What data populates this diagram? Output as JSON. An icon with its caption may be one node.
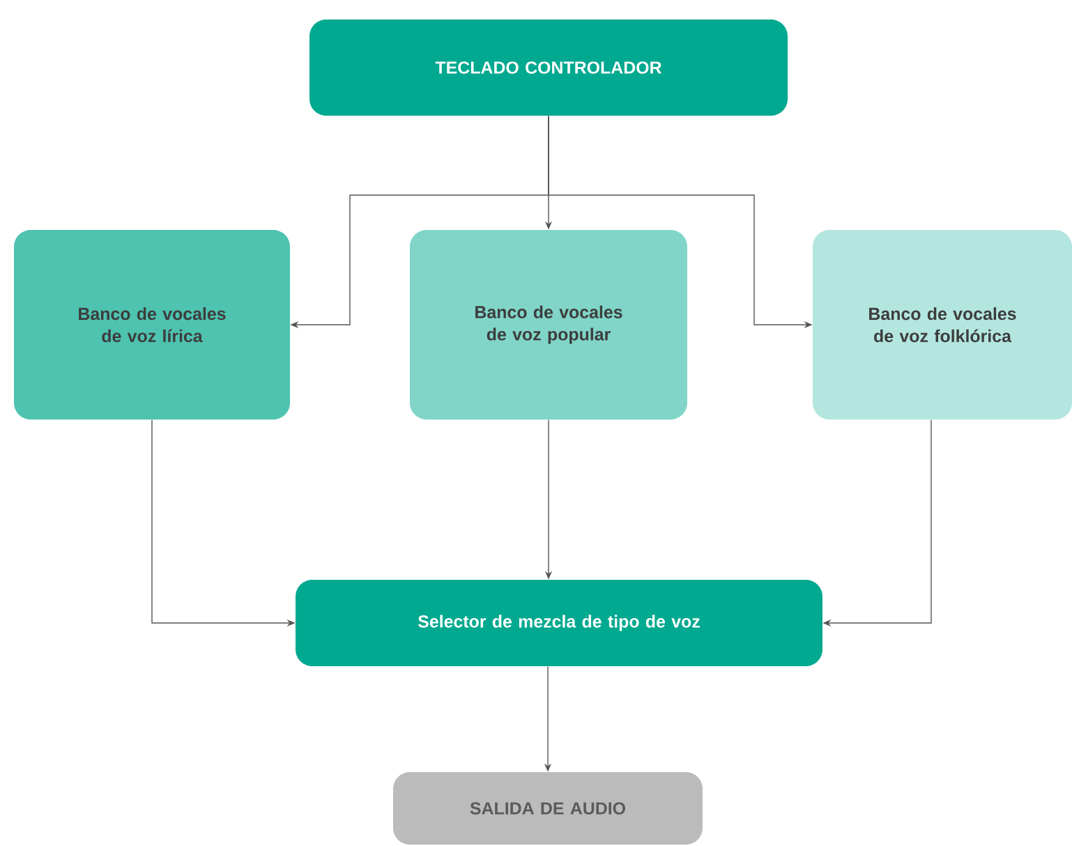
{
  "diagram": {
    "nodes": [
      {
        "text": [
          "TECLADO CONTROLADOR"
        ]
      },
      {
        "text": [
          "Banco de vocales de voz lírica"
        ]
      },
      {
        "text": [
          "Banco de vocales de voz popular"
        ]
      },
      {
        "text": [
          "Banco de vocales de voz folklórica"
        ]
      },
      {
        "text": [
          "Selector de mezcla de tipo de voz"
        ]
      },
      {
        "text": [
          "SALIDA DE AUDIO"
        ]
      }
    ],
    "edges": [
      {
        "from": 0,
        "to": 1,
        "arrow": "to"
      },
      {
        "from": 0,
        "to": 2,
        "arrow": "to"
      },
      {
        "from": 0,
        "to": 3,
        "arrow": "to"
      },
      {
        "from": 1,
        "to": 4,
        "arrow": "to"
      },
      {
        "from": 2,
        "to": 4,
        "arrow": "to"
      },
      {
        "from": 3,
        "to": 4,
        "arrow": "to"
      },
      {
        "from": 4,
        "to": 5,
        "arrow": "to"
      }
    ]
  }
}
